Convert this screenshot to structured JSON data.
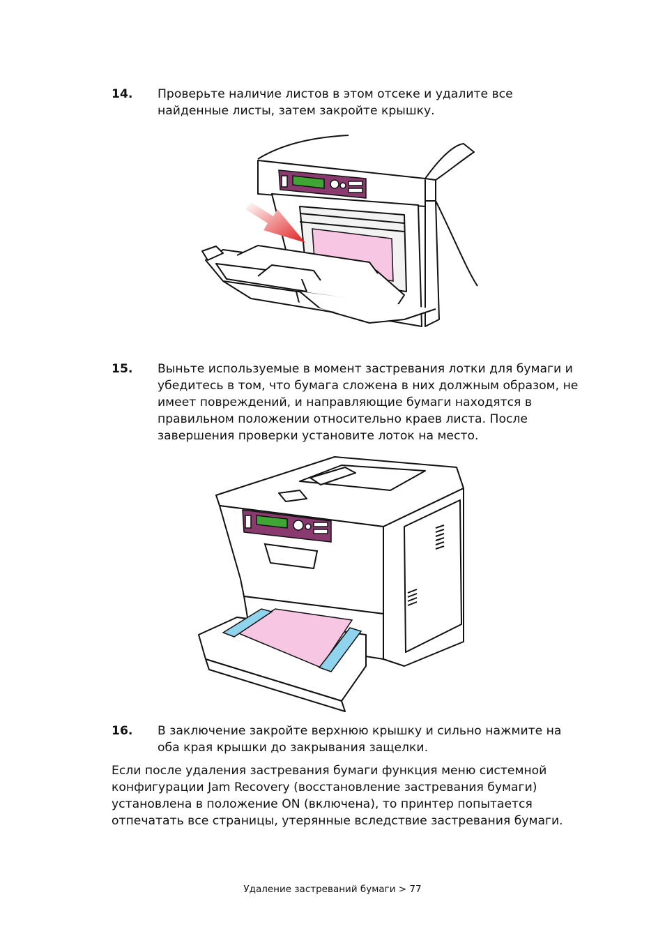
{
  "steps": [
    {
      "number": "14.",
      "text": "Проверьте наличие листов в этом отсеке и удалите все найденные листы, затем закройте крышку."
    },
    {
      "number": "15.",
      "text": "Выньте используемые в момент застревания лотки для бумаги и убедитесь в том, что бумага сложена в них должным образом, не имеет повреждений, и направляющие бумаги находятся в правильном положении относительно краев листа. После завершения проверки установите лоток на место."
    },
    {
      "number": "16.",
      "text": "В заключение закройте верхнюю крышку и сильно нажмите на оба края крышки до закрывания защелки."
    }
  ],
  "paragraph": "Если после удаления застревания бумаги функция меню системной конфигурации Jam Recovery (восстановление застревания бумаги) установлена в положение ON (включена), то принтер попытается отпечатать все страницы, утерянные вследствие застревания бумаги.",
  "footer": "Удаление застреваний бумаги > 77",
  "colors": {
    "panel_purple": "#8a3a6e",
    "lcd_green": "#3fa535",
    "paper_pink": "#f7c6e3",
    "arrow_red": "#e02020",
    "guide_blue": "#8fd3ec"
  }
}
